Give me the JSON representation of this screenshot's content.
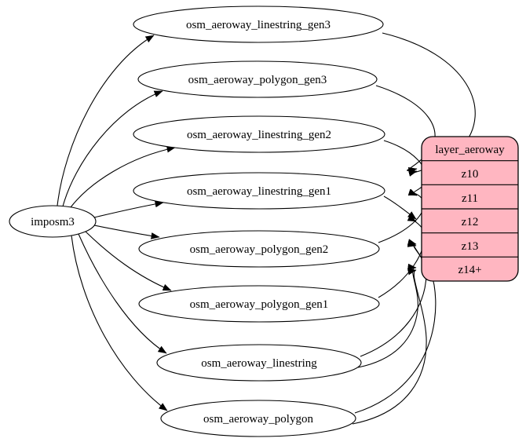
{
  "diagram": {
    "type": "etl-dependency-graph",
    "source": {
      "label": "imposm3"
    },
    "tables": [
      {
        "label": "osm_aeroway_linestring_gen3"
      },
      {
        "label": "osm_aeroway_polygon_gen3"
      },
      {
        "label": "osm_aeroway_linestring_gen2"
      },
      {
        "label": "osm_aeroway_linestring_gen1"
      },
      {
        "label": "osm_aeroway_polygon_gen2"
      },
      {
        "label": "osm_aeroway_polygon_gen1"
      },
      {
        "label": "osm_aeroway_linestring"
      },
      {
        "label": "osm_aeroway_polygon"
      }
    ],
    "layer": {
      "title": "layer_aeroway",
      "rows": [
        {
          "label": "z10"
        },
        {
          "label": "z11"
        },
        {
          "label": "z12"
        },
        {
          "label": "z13"
        },
        {
          "label": "z14+"
        }
      ],
      "fill_color": "#ffb6c1",
      "stroke_color": "#000000"
    },
    "edges": [
      {
        "from": "imposm3",
        "to": "osm_aeroway_linestring_gen3"
      },
      {
        "from": "imposm3",
        "to": "osm_aeroway_polygon_gen3"
      },
      {
        "from": "imposm3",
        "to": "osm_aeroway_linestring_gen2"
      },
      {
        "from": "imposm3",
        "to": "osm_aeroway_linestring_gen1"
      },
      {
        "from": "imposm3",
        "to": "osm_aeroway_polygon_gen2"
      },
      {
        "from": "imposm3",
        "to": "osm_aeroway_polygon_gen1"
      },
      {
        "from": "imposm3",
        "to": "osm_aeroway_linestring"
      },
      {
        "from": "imposm3",
        "to": "osm_aeroway_polygon"
      },
      {
        "from": "osm_aeroway_linestring_gen3",
        "to": "layer_aeroway:z10"
      },
      {
        "from": "osm_aeroway_polygon_gen3",
        "to": "layer_aeroway:z10"
      },
      {
        "from": "osm_aeroway_linestring_gen2",
        "to": "layer_aeroway:z11"
      },
      {
        "from": "osm_aeroway_polygon_gen2",
        "to": "layer_aeroway:z11"
      },
      {
        "from": "osm_aeroway_linestring_gen1",
        "to": "layer_aeroway:z12"
      },
      {
        "from": "osm_aeroway_polygon_gen1",
        "to": "layer_aeroway:z12"
      },
      {
        "from": "osm_aeroway_linestring",
        "to": "layer_aeroway:z13"
      },
      {
        "from": "osm_aeroway_polygon",
        "to": "layer_aeroway:z13"
      },
      {
        "from": "osm_aeroway_linestring",
        "to": "layer_aeroway:z14+"
      },
      {
        "from": "osm_aeroway_polygon",
        "to": "layer_aeroway:z14+"
      }
    ]
  }
}
